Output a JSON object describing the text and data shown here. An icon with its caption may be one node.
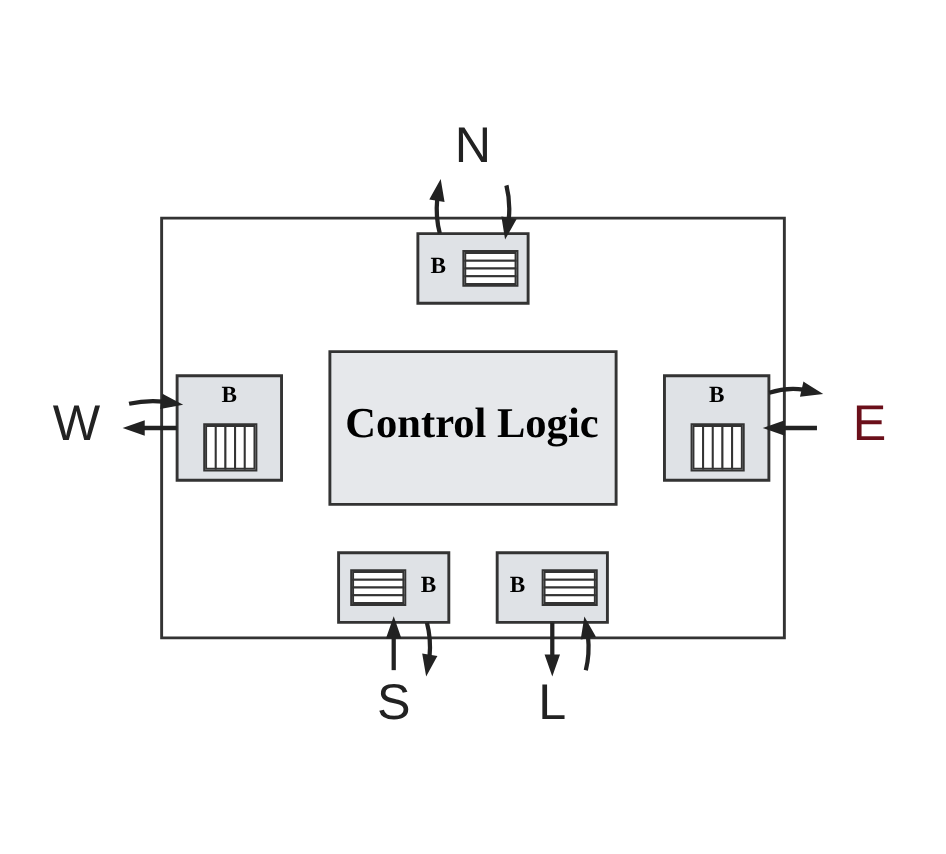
{
  "diagram": {
    "nodes": [
      {
        "text": [],
        "shape": "box"
      },
      {
        "text": [
          "B"
        ],
        "in": 0
      },
      {
        "text": [
          "B"
        ],
        "in": 0
      },
      {
        "text": [
          "Control Logic"
        ],
        "in": 0
      },
      {
        "text": [
          "B"
        ],
        "in": 0
      },
      {
        "text": [
          "B"
        ],
        "in": 0
      },
      {
        "text": [
          "B"
        ],
        "in": 0
      },
      {
        "text": [
          "N"
        ]
      },
      {
        "text": [
          "W"
        ]
      },
      {
        "text": [
          "E"
        ]
      },
      {
        "text": [
          "S"
        ]
      },
      {
        "text": [
          "L"
        ]
      }
    ],
    "edges": [
      {
        "from": 1,
        "to": 7,
        "arrow": "to"
      },
      {
        "from": 7,
        "to": 1,
        "arrow": "to"
      },
      {
        "from": 2,
        "to": 8,
        "arrow": "to"
      },
      {
        "from": 8,
        "to": 2,
        "arrow": "to"
      },
      {
        "from": 4,
        "to": 9,
        "arrow": "to"
      },
      {
        "from": 9,
        "to": 4,
        "arrow": "to"
      },
      {
        "from": 10,
        "to": 5,
        "arrow": "to"
      },
      {
        "from": 5,
        "to": 10,
        "arrow": "to"
      },
      {
        "from": 6,
        "to": 11,
        "arrow": "to"
      },
      {
        "from": 11,
        "to": 6,
        "arrow": "to"
      }
    ]
  }
}
